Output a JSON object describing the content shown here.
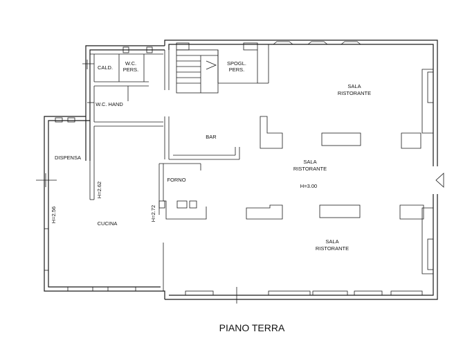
{
  "title": "PIANO TERRA",
  "rooms": {
    "cald": "CALD.",
    "wc_pers_1": "W.C.",
    "wc_pers_2": "PERS.",
    "spogl_1": "SPOGL.",
    "spogl_2": "PERS.",
    "wc_hand": "W.C. HAND",
    "bar": "BAR",
    "dispensa": "DISPENSA",
    "forno": "FORNO",
    "cucina": "CUCINA",
    "sala_top_1": "SALA",
    "sala_top_2": "RISTORANTE",
    "sala_mid_1": "SALA",
    "sala_mid_2": "RISTORANTE",
    "sala_bot_1": "SALA",
    "sala_bot_2": "RISTORANTE"
  },
  "heights": {
    "main": "H=3.00",
    "kitchen_partition": "H=2.62",
    "dispensa": "H=2.56",
    "forno": "H=2.72"
  }
}
